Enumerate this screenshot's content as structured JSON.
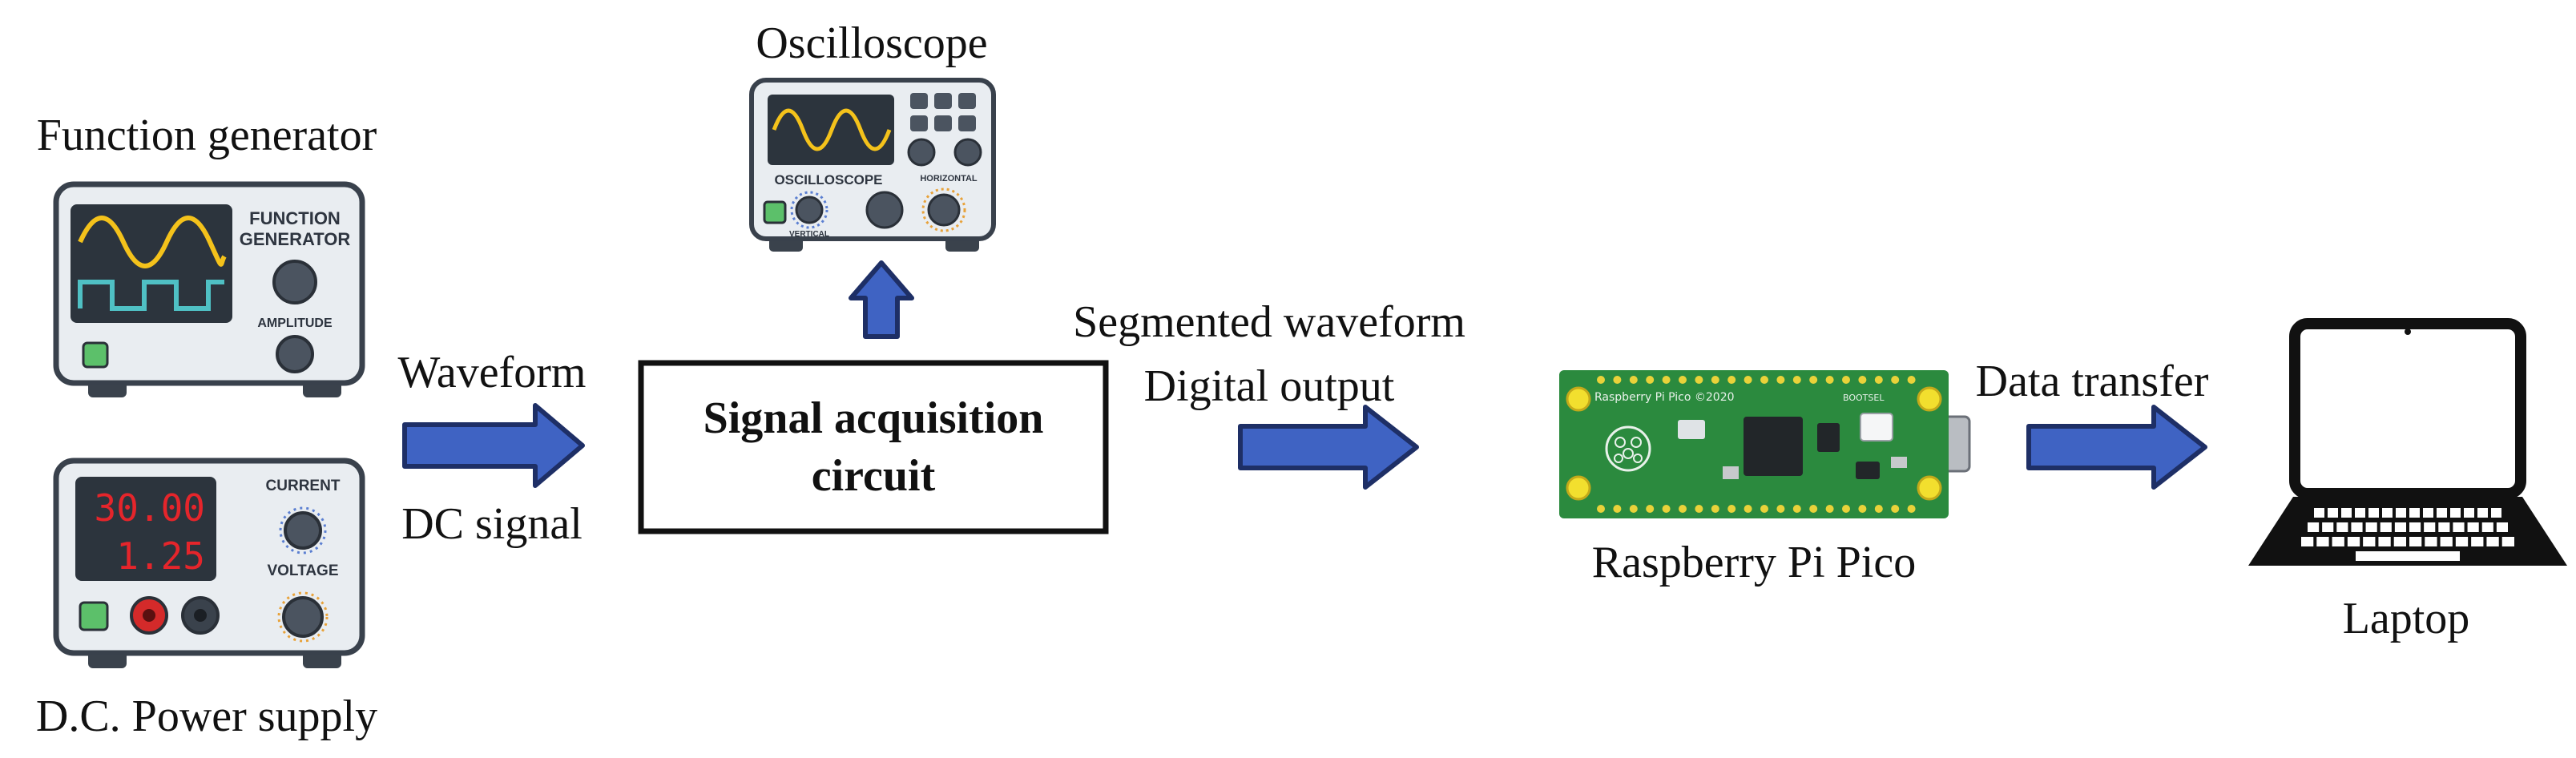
{
  "labels": {
    "function_generator": "Function generator",
    "power_supply": "D.C. Power supply",
    "oscilloscope": "Oscilloscope",
    "waveform": "Waveform",
    "dc_signal": "DC signal",
    "circuit_line1": "Signal acquisition",
    "circuit_line2": "circuit",
    "segmented_waveform": "Segmented waveform",
    "digital_output": "Digital output",
    "raspberry_pi_pico": "Raspberry Pi Pico",
    "data_transfer": "Data transfer",
    "laptop": "Laptop"
  },
  "device_text": {
    "fg_title_line1": "FUNCTION",
    "fg_title_line2": "GENERATOR",
    "fg_amplitude": "AMPLITUDE",
    "ps_reading_1": "30.00",
    "ps_reading_2": "1.25",
    "ps_current": "CURRENT",
    "ps_voltage": "VOLTAGE",
    "osc_title": "OSCILLOSCOPE",
    "osc_horizontal": "HORIZONTAL",
    "osc_vertical": "VERTICAL",
    "pico_silkscreen": "Raspberry Pi Pico ©2020",
    "pico_bootsel": "BOOTSEL"
  },
  "colors": {
    "arrow_fill": "#3f63c3",
    "arrow_stroke": "#1e2f66",
    "device_panel": "#e9edf1",
    "device_outline": "#39414c",
    "screen": "#2c343d",
    "sine_wave": "#f4c21b",
    "square_wave": "#4fc0c4",
    "led_green": "#5cc06a",
    "seven_segment": "#e5252b",
    "pcb_green": "#2b8a3e"
  }
}
